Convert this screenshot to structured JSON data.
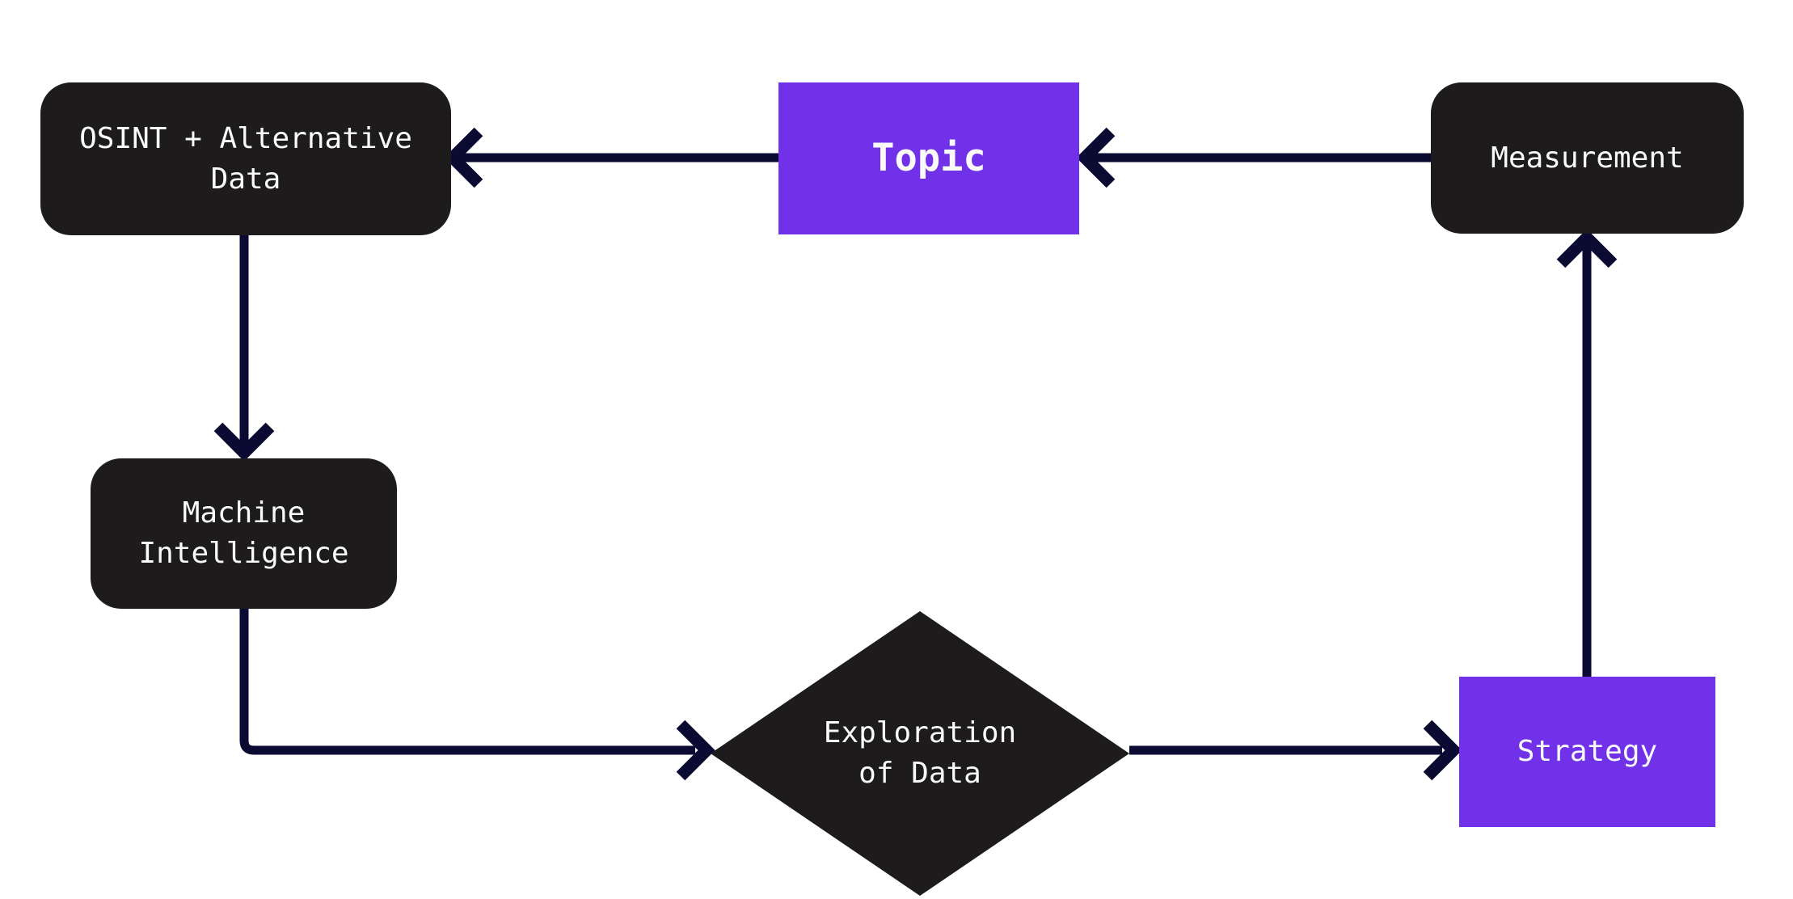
{
  "diagram": {
    "title": "OSINT intelligence cycle flowchart",
    "palette": {
      "node_dark": "#1d1b1b",
      "node_purple": "#7031e8",
      "arrow": "#0a0a33",
      "text": "#fafafa",
      "background": "#ffffff"
    },
    "nodes": {
      "osint": {
        "label": "OSINT + Alternative Data",
        "shape": "rounded-rectangle",
        "fill": "dark"
      },
      "topic": {
        "label": "Topic",
        "shape": "rectangle",
        "fill": "purple",
        "emphasis": "bold"
      },
      "measurement": {
        "label": "Measurement",
        "shape": "rounded-rectangle",
        "fill": "dark"
      },
      "machine_intelligence": {
        "label": "Machine Intelligence",
        "shape": "rounded-rectangle",
        "fill": "dark"
      },
      "exploration": {
        "label": "Exploration of Data",
        "shape": "diamond",
        "fill": "dark"
      },
      "strategy": {
        "label": "Strategy",
        "shape": "rectangle",
        "fill": "purple"
      }
    },
    "edges": [
      {
        "from": "measurement",
        "to": "topic",
        "direction": "left"
      },
      {
        "from": "topic",
        "to": "osint",
        "direction": "left"
      },
      {
        "from": "osint",
        "to": "machine_intelligence",
        "direction": "down"
      },
      {
        "from": "machine_intelligence",
        "to": "exploration",
        "direction": "down-right"
      },
      {
        "from": "exploration",
        "to": "strategy",
        "direction": "right"
      },
      {
        "from": "strategy",
        "to": "measurement",
        "direction": "up"
      }
    ]
  }
}
